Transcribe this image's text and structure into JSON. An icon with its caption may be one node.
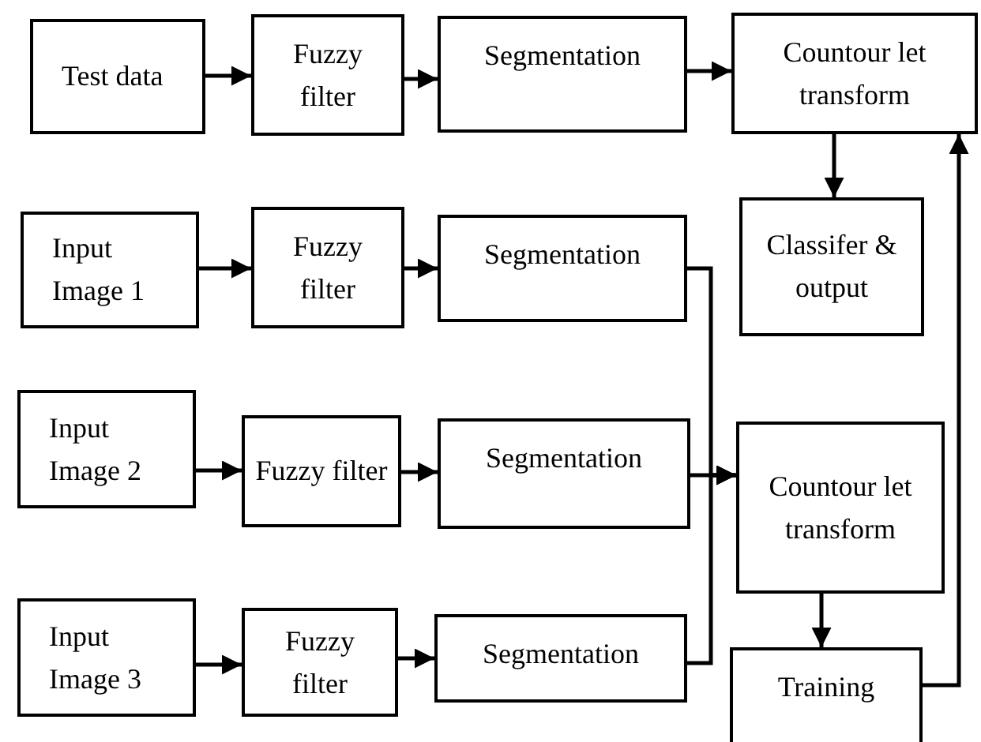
{
  "diagram": {
    "nodes": [
      {
        "text": [
          "Test data"
        ]
      },
      {
        "text": [
          "Fuzzy filter"
        ]
      },
      {
        "text": [
          "Segmentation"
        ]
      },
      {
        "text": [
          "Countour let transform"
        ]
      },
      {
        "text": [
          "Input Image 1"
        ]
      },
      {
        "text": [
          "Fuzzy filter"
        ]
      },
      {
        "text": [
          "Segmentation"
        ]
      },
      {
        "text": [
          "Classifer & output"
        ]
      },
      {
        "text": [
          "Input Image 2"
        ]
      },
      {
        "text": [
          "Fuzzy filter"
        ]
      },
      {
        "text": [
          "Segmentation"
        ]
      },
      {
        "text": [
          "Countour let transform"
        ]
      },
      {
        "text": [
          "Input Image 3"
        ]
      },
      {
        "text": [
          "Fuzzy filter"
        ]
      },
      {
        "text": [
          "Segmentation"
        ]
      },
      {
        "text": [
          "Training"
        ]
      }
    ],
    "edges": [
      {
        "from": 0,
        "to": 1,
        "arrow": "to"
      },
      {
        "from": 1,
        "to": 2,
        "arrow": "to"
      },
      {
        "from": 2,
        "to": 3,
        "arrow": "to"
      },
      {
        "from": 3,
        "to": 7,
        "arrow": "to"
      },
      {
        "from": 4,
        "to": 5,
        "arrow": "to"
      },
      {
        "from": 5,
        "to": 6,
        "arrow": "to"
      },
      {
        "from": 6,
        "to": 11,
        "arrow": "to"
      },
      {
        "from": 8,
        "to": 9,
        "arrow": "to"
      },
      {
        "from": 9,
        "to": 10,
        "arrow": "to"
      },
      {
        "from": 10,
        "to": 11,
        "arrow": "to"
      },
      {
        "from": 14,
        "to": 11,
        "arrow": "to"
      },
      {
        "from": 11,
        "to": 15,
        "arrow": "to"
      },
      {
        "from": 15,
        "to": 3,
        "arrow": "to"
      },
      {
        "from": 12,
        "to": 13,
        "arrow": "to"
      },
      {
        "from": 13,
        "to": 14,
        "arrow": "to"
      }
    ]
  }
}
